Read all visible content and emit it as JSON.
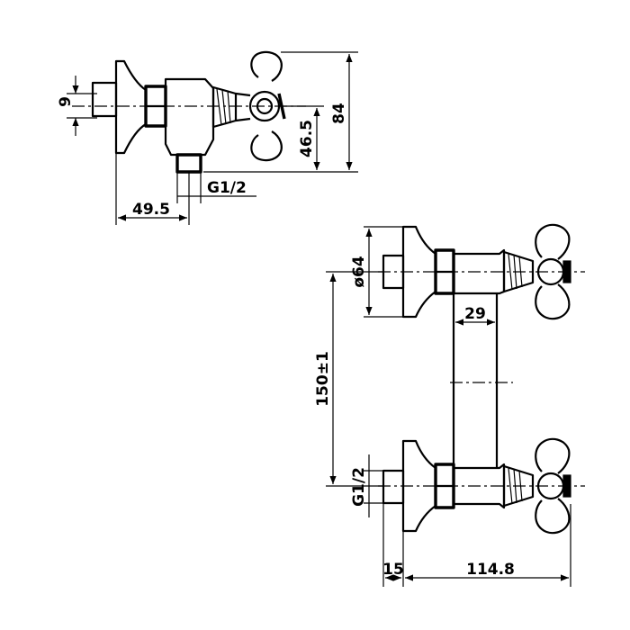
{
  "side_view": {
    "dim_height_total": "84",
    "dim_inlet_height": "46.5",
    "dim_nut_width": "9",
    "dim_thread": "G1/2",
    "dim_depth": "49.5"
  },
  "front_view": {
    "dim_flange_diameter": "ø64",
    "dim_body_offset": "29",
    "dim_centers": "150±1",
    "dim_thread": "G1/2",
    "dim_inlet_length": "15",
    "dim_overall_width": "114.8"
  },
  "colors": {
    "line": "#000000",
    "background": "#ffffff"
  }
}
